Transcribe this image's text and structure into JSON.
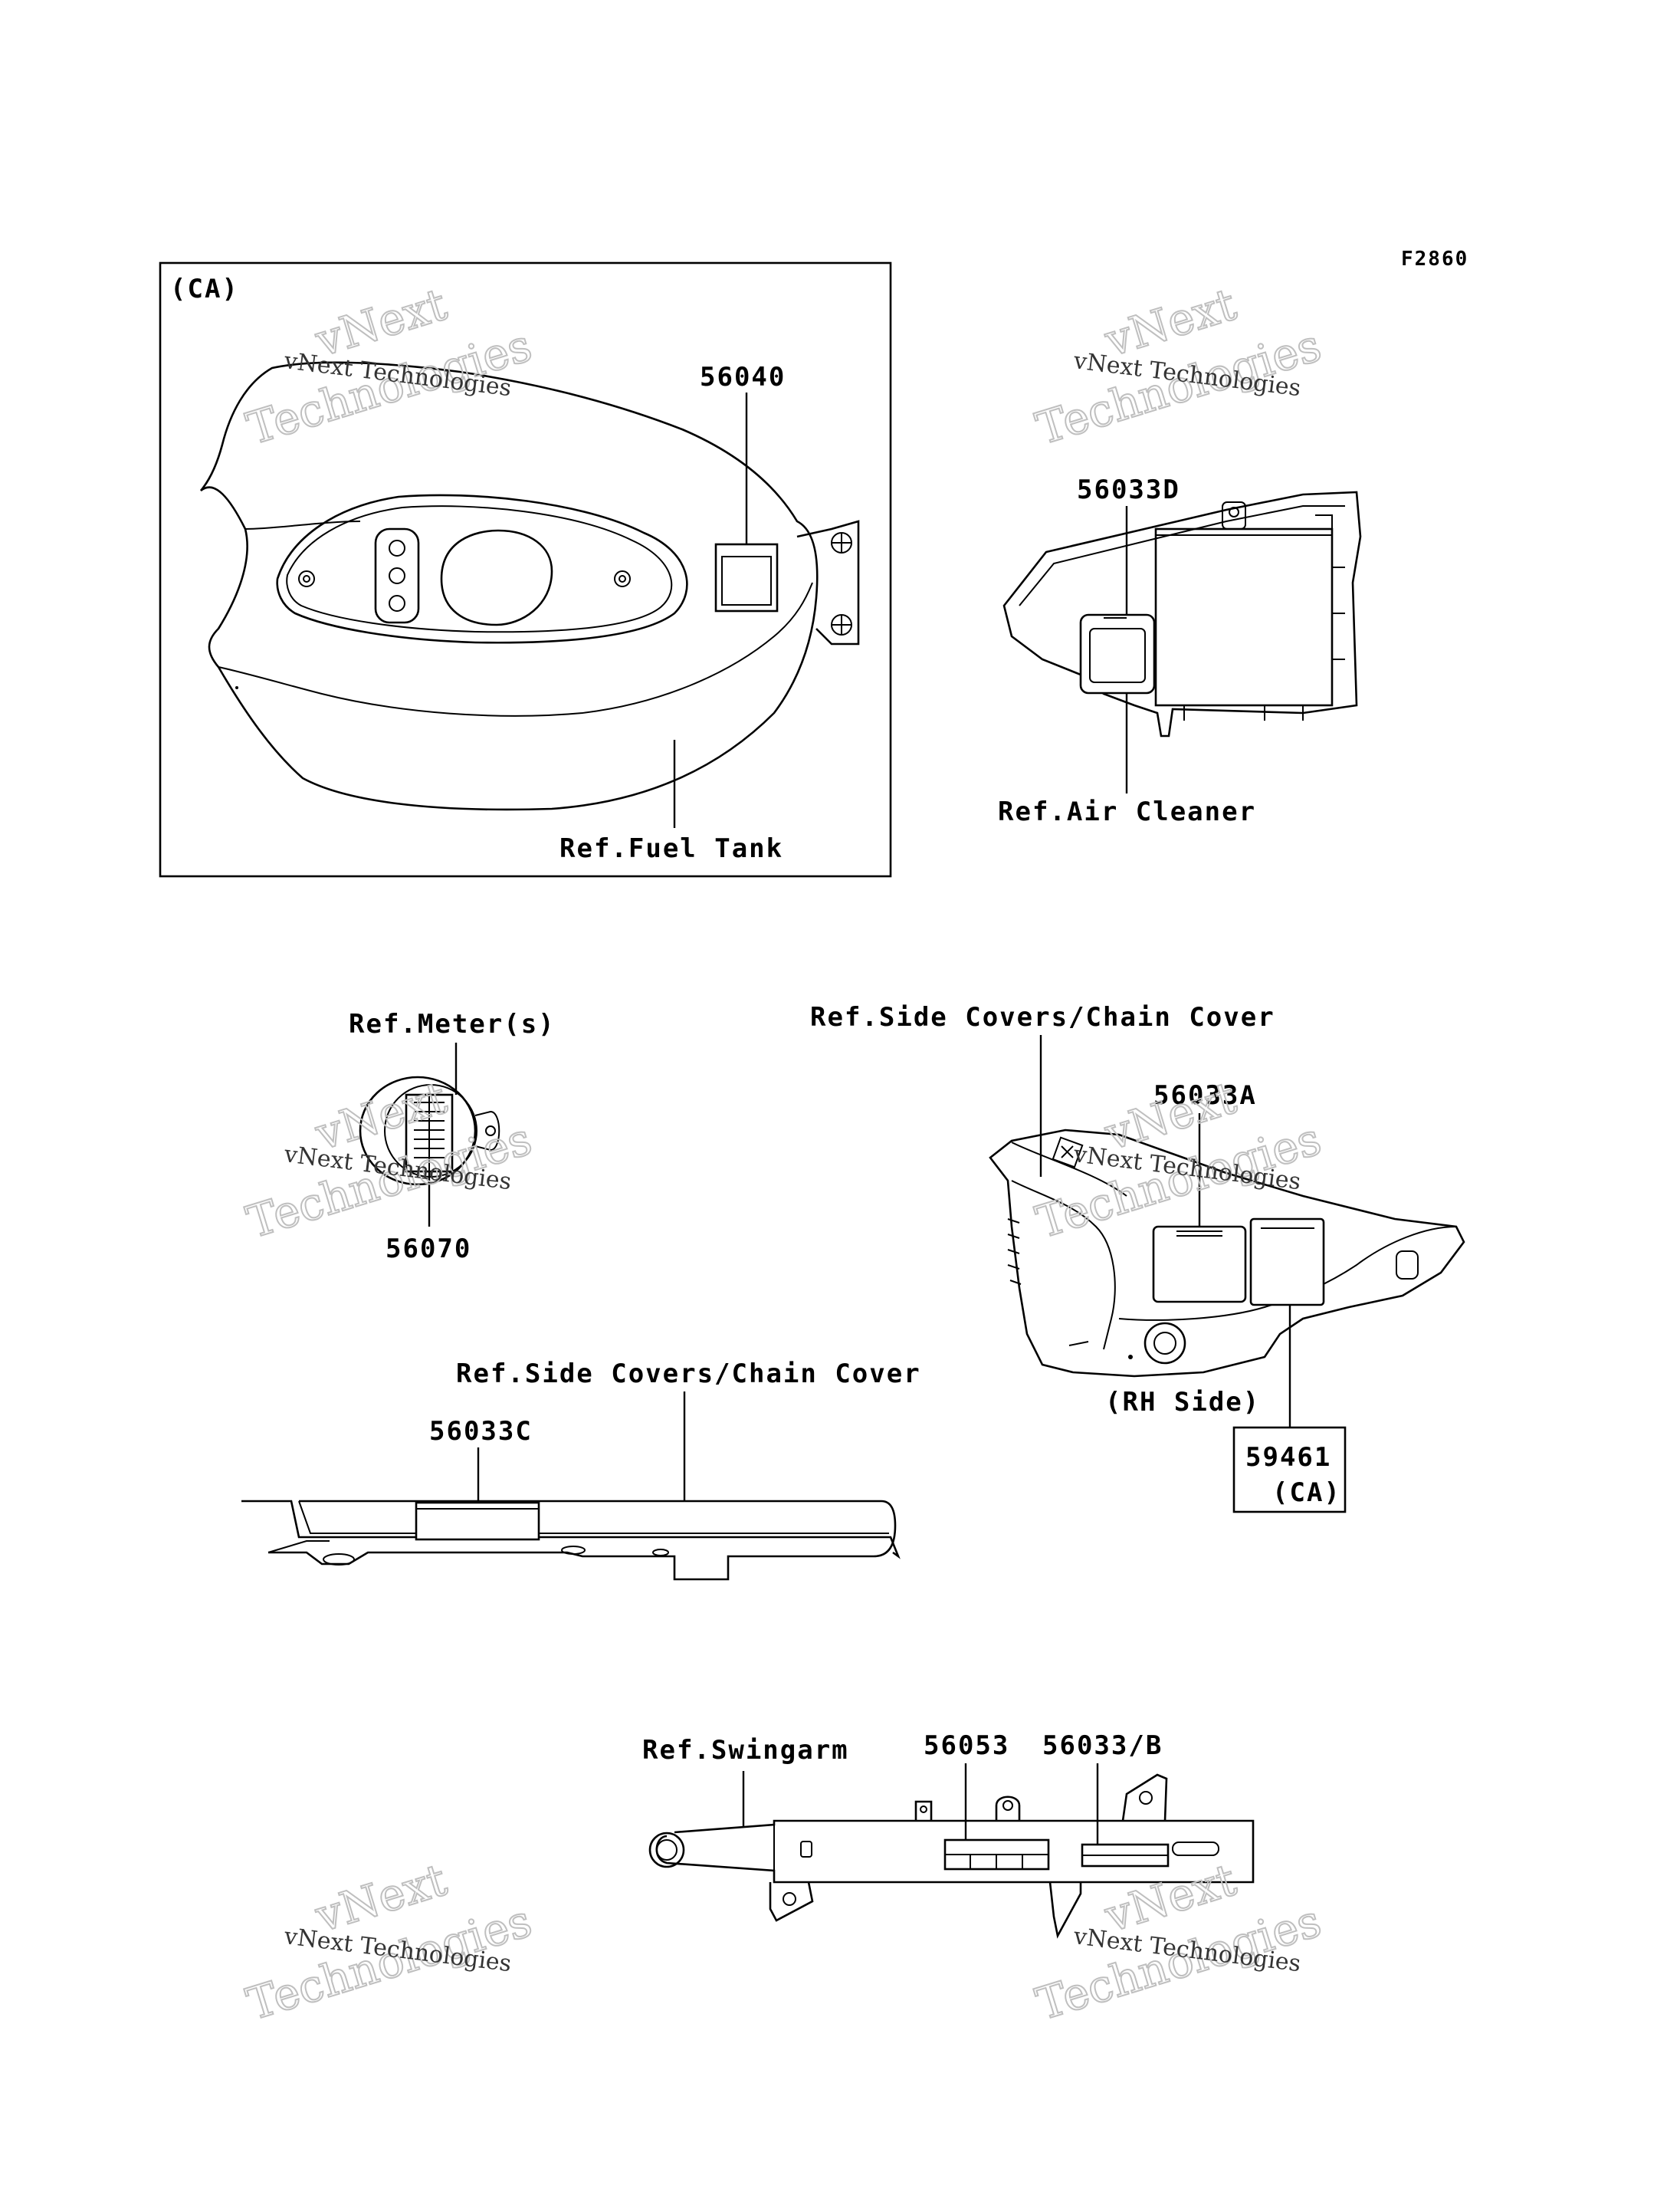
{
  "figure_code": "F2860",
  "panel_ca_tag": "(CA)",
  "parts": {
    "p56040": "56040",
    "p56033D": "56033D",
    "p56070": "56070",
    "p56033A": "56033A",
    "p56033C": "56033C",
    "p59461": "59461",
    "p59461_note": "(CA)",
    "p56053": "56053",
    "p56033B": "56033/B"
  },
  "refs": {
    "fuel_tank": "Ref.Fuel Tank",
    "air_cleaner": "Ref.Air Cleaner",
    "meters": "Ref.Meter(s)",
    "side_covers_a": "Ref.Side Covers/Chain Cover",
    "side_covers_c": "Ref.Side Covers/Chain Cover",
    "swingarm": "Ref.Swingarm"
  },
  "side_note": "(RH Side)",
  "watermark": {
    "line1": "vNext",
    "line2": "Technologies",
    "caption": "vNext Technologies"
  }
}
